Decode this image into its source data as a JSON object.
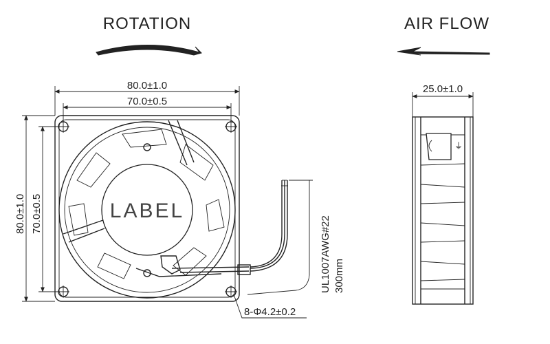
{
  "headings": {
    "rotation": "ROTATION",
    "air_flow": "AIR FLOW"
  },
  "front_view": {
    "label": "LABEL",
    "overall_width": "80.0±1.0",
    "hole_spacing_width": "70.0±0.5",
    "overall_height": "80.0±1.0",
    "hole_spacing_height": "70.0±0.5",
    "hole_callout": "8-Φ4.2±0.2",
    "cable_spec": "UL1007AWG#22",
    "cable_length": "300mm"
  },
  "side_view": {
    "depth": "25.0±1.0"
  }
}
